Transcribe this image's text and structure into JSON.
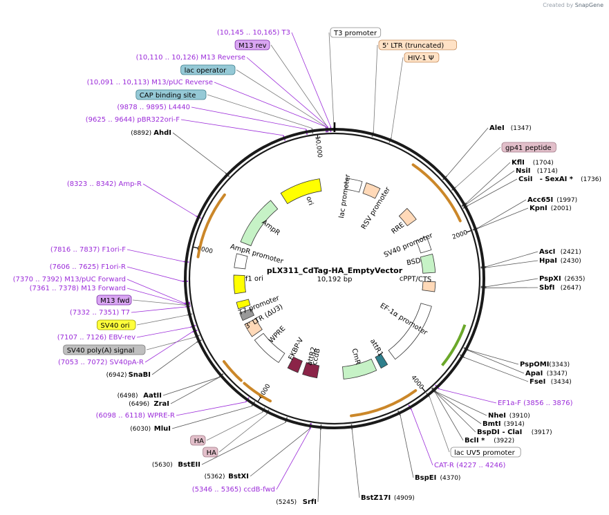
{
  "credit": {
    "prefix": "Created by",
    "brand": "SnapGene"
  },
  "plasmid": {
    "name": "pLX311_CdTag-HA_EmptyVector",
    "length": "10,192 bp",
    "total_bp": 10192
  },
  "ruler": [
    {
      "label": "10,000",
      "pos": 10000
    },
    {
      "label": "2000",
      "pos": 2000
    },
    {
      "label": "4000",
      "pos": 4000
    },
    {
      "label": "6000",
      "pos": 6000
    },
    {
      "label": "8000",
      "pos": 8000
    }
  ],
  "colors": {
    "primer": "#9b2bd9",
    "enzyme": "#000000",
    "backbone": "#1a1a1a",
    "ori": "#ffff00",
    "resistance": "#c6f2c6",
    "ltr": "#ffd9b8",
    "ccdb": "#8b2448",
    "attr": "#2f7f8c",
    "orange_arrow": "#c57a12",
    "green_arrow": "#6ba82a"
  },
  "left_labels": [
    {
      "text": "(10,145 .. 10,165)  T3",
      "kind": "primer"
    },
    {
      "text": "M13 rev",
      "kind": "box_primer"
    },
    {
      "text": "(10,110 .. 10,126)  M13 Reverse",
      "kind": "primer"
    },
    {
      "text": "lac operator",
      "kind": "box_teal"
    },
    {
      "text": "(10,091 .. 10,113)  M13/pUC Reverse",
      "kind": "primer"
    },
    {
      "text": "CAP binding site",
      "kind": "box_teal"
    },
    {
      "text": "(9878 .. 9895)  L4440",
      "kind": "primer"
    },
    {
      "text": "(9625 .. 9644)  pBR322ori-F",
      "kind": "primer"
    },
    {
      "text": "(8892)",
      "kind": "enzyme_pos",
      "name": "AhdI"
    },
    {
      "text": "(8323 .. 8342)  Amp-R",
      "kind": "primer"
    },
    {
      "text": "(7816 .. 7837)  F1ori-F",
      "kind": "primer"
    },
    {
      "text": "(7606 .. 7625)  F1ori-R",
      "kind": "primer"
    },
    {
      "text": "(7370 .. 7392)  M13/pUC Forward",
      "kind": "primer"
    },
    {
      "text": "(7361 .. 7378)  M13 Forward",
      "kind": "primer"
    },
    {
      "text": "M13 fwd",
      "kind": "box_primer"
    },
    {
      "text": "(7332 .. 7351)  T7",
      "kind": "primer"
    },
    {
      "text": "SV40 ori",
      "kind": "box_yellow"
    },
    {
      "text": "(7107 .. 7126)  EBV-rev",
      "kind": "primer"
    },
    {
      "text": "SV40 poly(A) signal",
      "kind": "box_gray"
    },
    {
      "text": "(7053 .. 7072)  SV40pA-R",
      "kind": "primer"
    },
    {
      "text": "(6942)",
      "kind": "enzyme_pos",
      "name": "SnaBI"
    },
    {
      "text": "(6498)",
      "kind": "enzyme_pos",
      "name": "AatII"
    },
    {
      "text": "(6496)",
      "kind": "enzyme_pos",
      "name": "ZraI"
    },
    {
      "text": "(6098 .. 6118)  WPRE-R",
      "kind": "primer"
    },
    {
      "text": "(6030)",
      "kind": "enzyme_pos",
      "name": "MluI"
    },
    {
      "text": "HA",
      "kind": "box_pink"
    },
    {
      "text": "HA",
      "kind": "box_pink"
    },
    {
      "text": "(5630)",
      "kind": "enzyme_pos",
      "name": "BstEII"
    },
    {
      "text": "(5362)",
      "kind": "enzyme_pos",
      "name": "BstXI"
    },
    {
      "text": "(5346 .. 5365)  ccdB-fwd",
      "kind": "primer"
    },
    {
      "text": "(5245)",
      "kind": "enzyme_pos",
      "name": "SrfI"
    }
  ],
  "right_labels": [
    {
      "text": "T3 promoter",
      "kind": "box_white"
    },
    {
      "text": "5' LTR (truncated)",
      "kind": "box_orange"
    },
    {
      "text": "HIV-1 Ψ",
      "kind": "box_orange"
    },
    {
      "name": "AleI",
      "pos": "(1347)"
    },
    {
      "text": "gp41 peptide",
      "kind": "box_pink"
    },
    {
      "name": "KflI",
      "pos": "(1704)"
    },
    {
      "name": "NsiI",
      "pos": "(1714)"
    },
    {
      "name": "CsiI",
      "name2": "- SexAI *",
      "pos": "(1736)"
    },
    {
      "name": "Acc65I",
      "pos": "(1997)"
    },
    {
      "name": "KpnI",
      "pos": "(2001)"
    },
    {
      "name": "AscI",
      "pos": "(2421)"
    },
    {
      "name": "HpaI",
      "pos": "(2430)"
    },
    {
      "name": "PspXI",
      "pos": "(2635)"
    },
    {
      "name": "SbfI",
      "pos": "(2647)"
    },
    {
      "name": "PspOMI",
      "pos": "(3343)"
    },
    {
      "name": "ApaI",
      "pos": "(3347)"
    },
    {
      "name": "FseI",
      "pos": "(3434)"
    },
    {
      "text": "EF1a-F  (3856 .. 3876)",
      "kind": "primer"
    },
    {
      "name": "NheI",
      "pos": "(3910)"
    },
    {
      "name": "BmtI",
      "pos": "(3914)"
    },
    {
      "name": "BspDI",
      "name2": "- ClaI",
      "pos": "(3917)"
    },
    {
      "name": "BclI *",
      "pos": "(3922)"
    },
    {
      "text": "lac UV5 promoter",
      "kind": "box_white"
    },
    {
      "text": "CAT-R  (4227 .. 4246)",
      "kind": "primer"
    },
    {
      "name": "BspEI",
      "pos": "(4370)"
    },
    {
      "name": "BstZ17I",
      "pos": "(4909)"
    }
  ],
  "inner_labels": [
    "lac promoter",
    "RSV promoter",
    "RRE",
    "SV40 promoter",
    "BSD",
    "cPPT/CTS",
    "EF-1α promoter",
    "attR1",
    "CmR",
    "ccdB",
    "attR2",
    "FKBP-V",
    "WPRE",
    "3' LTR (ΔU3)",
    "T7 promoter",
    "f1 ori",
    "AmpR promoter",
    "AmpR",
    "ori"
  ]
}
